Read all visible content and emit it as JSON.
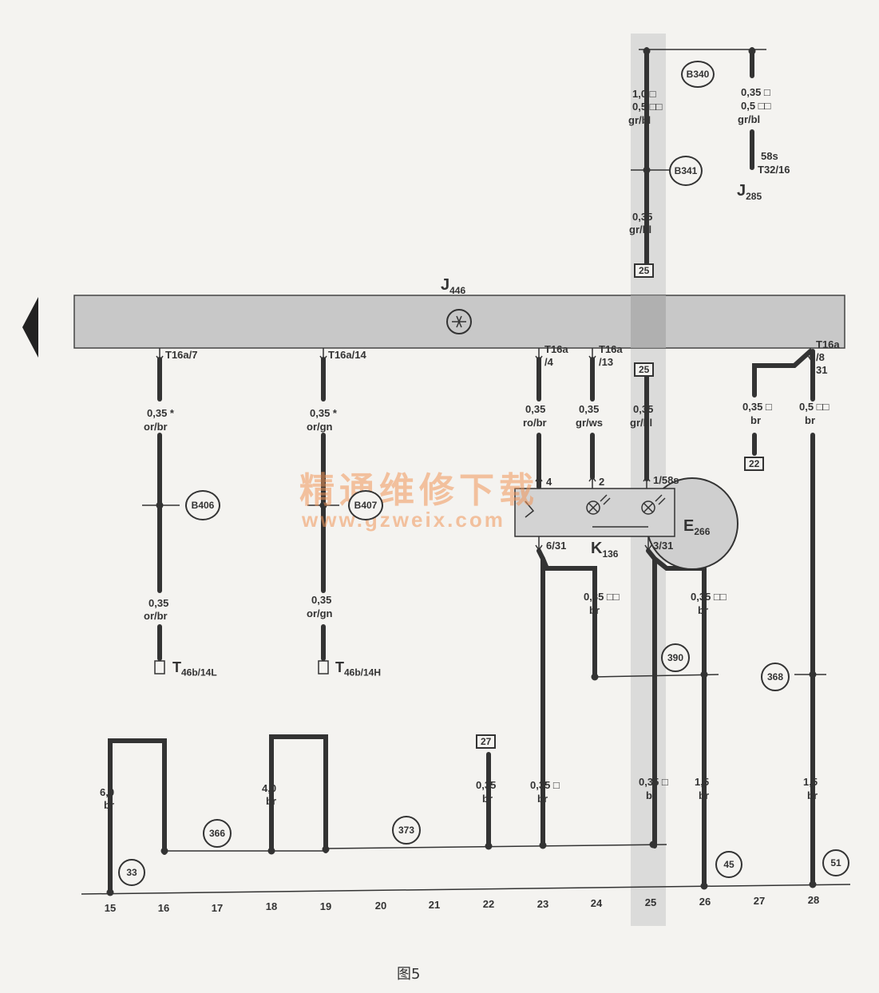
{
  "diagram": {
    "caption": "图5",
    "watermark_cn": "精通维修下载",
    "watermark_url": "www.gzweix.com",
    "components": {
      "j446": {
        "name": "J",
        "sub": "446"
      },
      "j285": {
        "name": "J",
        "sub": "285"
      },
      "k136": {
        "name": "K",
        "sub": "136"
      },
      "e266": {
        "name": "E",
        "sub": "266"
      },
      "t46b_14l": {
        "name": "T",
        "sub": "46b/14L"
      },
      "t46b_14h": {
        "name": "T",
        "sub": "46b/14H"
      }
    },
    "connectors": {
      "t16a_7": "T16a/7",
      "t16a_14": "T16a/14",
      "t16a_4a": "T16a",
      "t16a_4b": "/4",
      "t16a_13a": "T16a",
      "t16a_13b": "/13",
      "t16a_8a": "T16a",
      "t16a_8b": "/8",
      "t16a_8c": "31",
      "k_pin4": "4",
      "k_pin2": "2",
      "e_pin158": "1/58s",
      "k_pin631": "6/31",
      "e_pin331": "3/31",
      "j285_58s": "58s",
      "j285_pin": "T32/16"
    },
    "nodes": {
      "b340": "B340",
      "b341": "B341",
      "b406": "B406",
      "b407": "B407",
      "n390": "390",
      "n368": "368",
      "n366": "366",
      "n373": "373",
      "n33": "33",
      "n45": "45",
      "n51": "51"
    },
    "boxes": {
      "r25top": "25",
      "r25mid": "25",
      "r22": "22",
      "r27": "27"
    },
    "wires": {
      "w25a_1": "1,0 □",
      "w25a_2": "0,5 □□",
      "w25a_3": "gr/bl",
      "w27a_1": "0,35 □",
      "w27a_2": "0,5 □□",
      "w27a_3": "gr/bl",
      "w25b_1": "0,35",
      "w25b_2": "gr/bl",
      "w15a_1": "0,35 *",
      "w15a_2": "or/br",
      "w15b_1": "0,35",
      "w15b_2": "or/br",
      "w18a_1": "0,35 *",
      "w18a_2": "or/gn",
      "w18b_1": "0,35",
      "w18b_2": "or/gn",
      "w23a_1": "0,35",
      "w23a_2": "ro/br",
      "w24a_1": "0,35",
      "w24a_2": "gr/ws",
      "w25c_1": "0,35",
      "w25c_2": "gr/bl",
      "w27b_1": "0,35 □",
      "w27b_2": "br",
      "w28a_1": "0,5 □□",
      "w28a_2": "br",
      "w24b_1": "0,35 □□",
      "w24b_2": "br",
      "w26a_1": "0,35 □□",
      "w26a_2": "br",
      "w15c_1": "6,0",
      "w15c_2": "br",
      "w18c_1": "4,0",
      "w18c_2": "br",
      "w22_1": "0,35",
      "w22_2": "br",
      "w23b_1": "0,35 □",
      "w23b_2": "br",
      "w25d_1": "0,35 □",
      "w25d_2": "br",
      "w26b_1": "1,5",
      "w26b_2": "br",
      "w28b_1": "1,5",
      "w28b_2": "br"
    },
    "ruler": [
      "15",
      "16",
      "17",
      "18",
      "19",
      "20",
      "21",
      "22",
      "23",
      "24",
      "25",
      "26",
      "27",
      "28"
    ]
  }
}
